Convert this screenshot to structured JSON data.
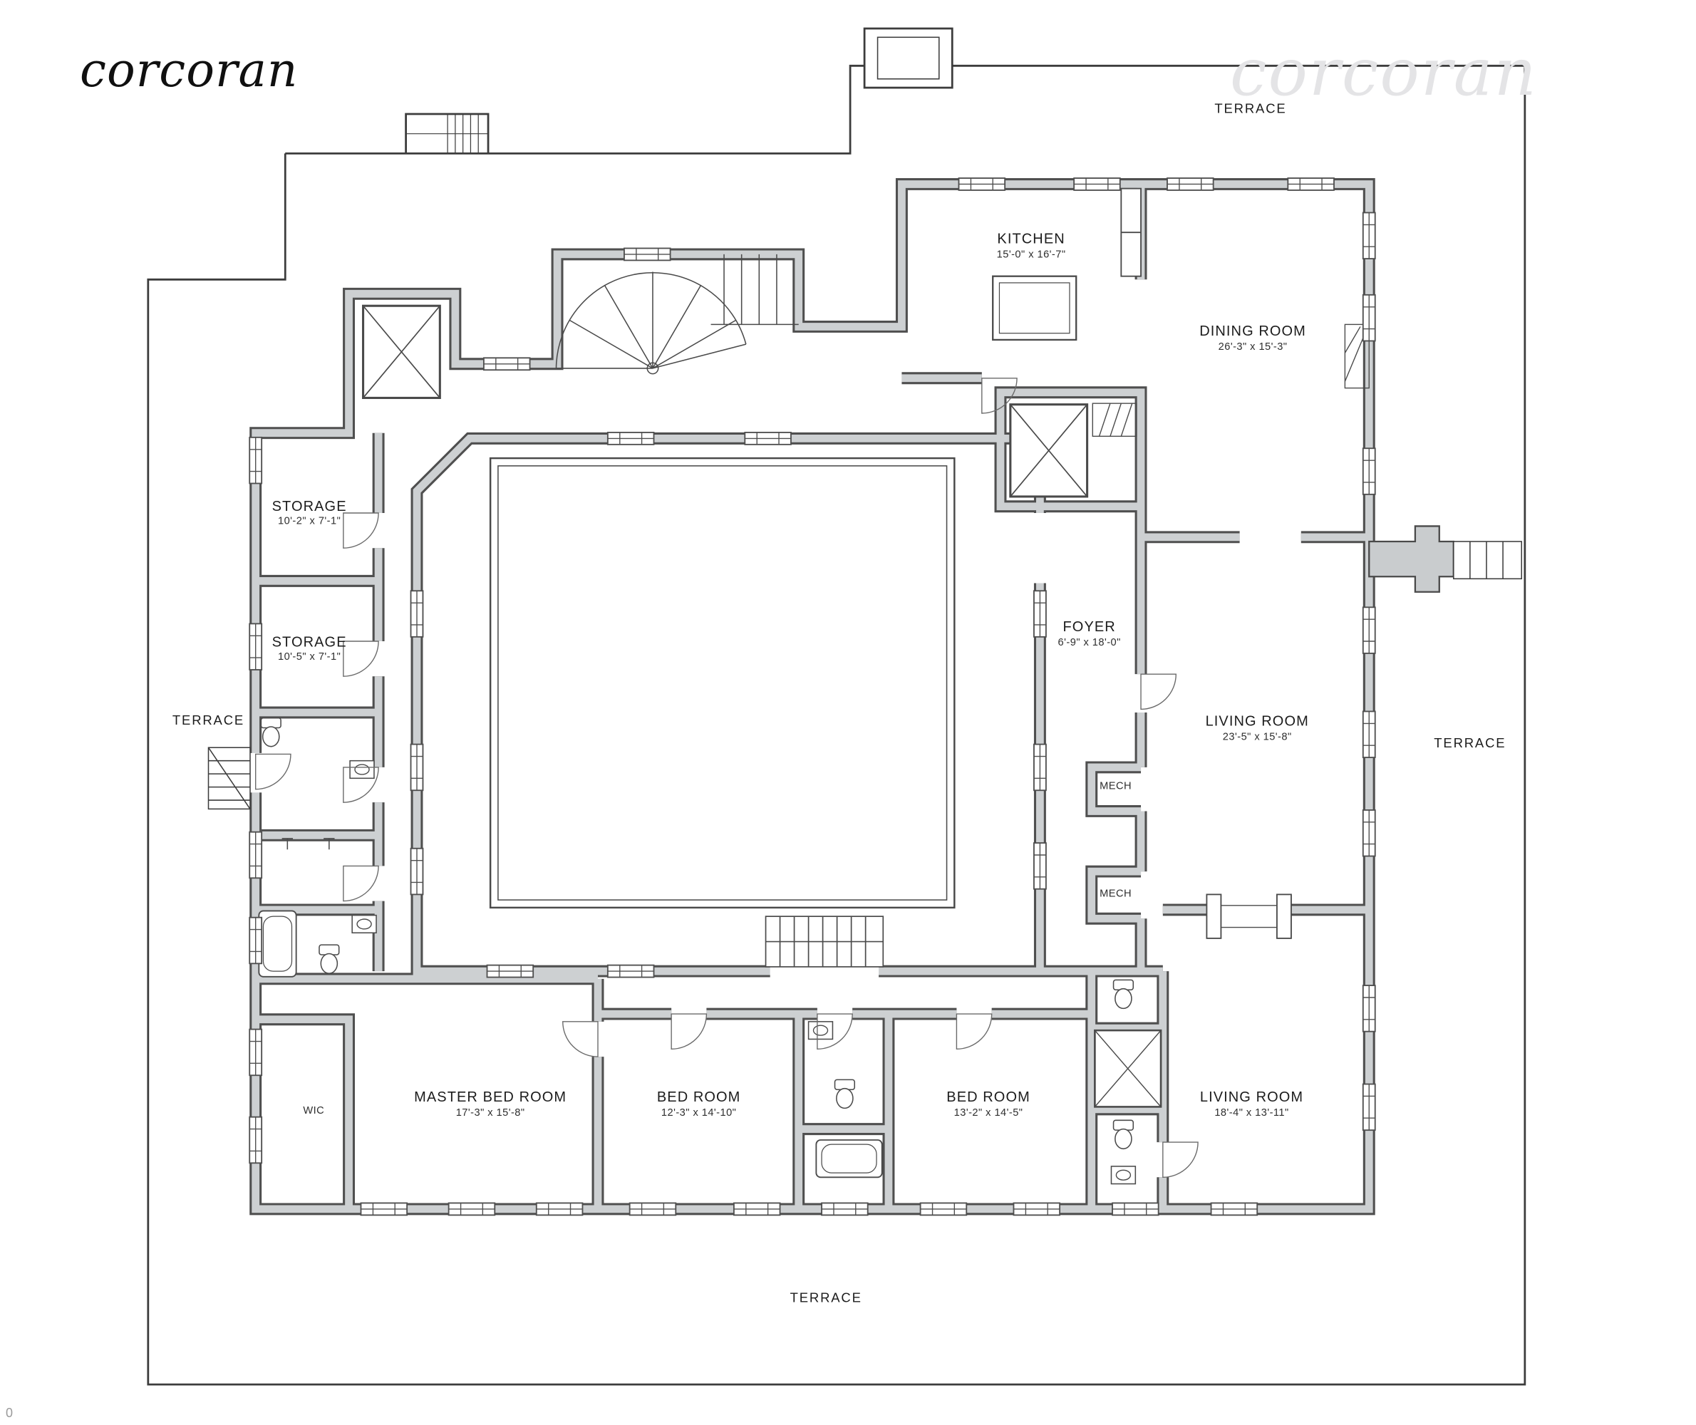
{
  "branding": {
    "logo_text": "corcoran",
    "watermark_text": "corcoran"
  },
  "terraces": {
    "top": "TERRACE",
    "left": "TERRACE",
    "right": "TERRACE",
    "bottom": "TERRACE"
  },
  "rooms": {
    "kitchen": {
      "name": "KITCHEN",
      "dims": "15'-0\" x 16'-7\""
    },
    "dining_room": {
      "name": "DINING ROOM",
      "dims": "26'-3\" x 15'-3\""
    },
    "storage_1": {
      "name": "STORAGE",
      "dims": "10'-2\" x 7'-1\""
    },
    "storage_2": {
      "name": "STORAGE",
      "dims": "10'-5\" x 7'-1\""
    },
    "foyer": {
      "name": "FOYER",
      "dims": "6'-9\" x 18'-0\""
    },
    "living_room_1": {
      "name": "LIVING ROOM",
      "dims": "23'-5\" x 15'-8\""
    },
    "mech_1": {
      "name": "MECH"
    },
    "mech_2": {
      "name": "MECH"
    },
    "wic": {
      "name": "WIC"
    },
    "master_bedroom": {
      "name": "MASTER BED ROOM",
      "dims": "17'-3\" x 15'-8\""
    },
    "bedroom_1": {
      "name": "BED ROOM",
      "dims": "12'-3\" x 14'-10\""
    },
    "bedroom_2": {
      "name": "BED ROOM",
      "dims": "13'-2\" x 14'-5\""
    },
    "living_room_2": {
      "name": "LIVING ROOM",
      "dims": "18'-4\" x 13'-11\""
    }
  },
  "page_mark": "0"
}
